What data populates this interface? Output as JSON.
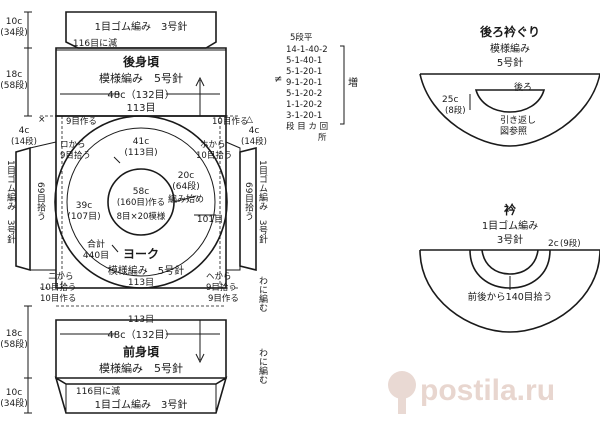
{
  "back_body": {
    "title": "後身頃",
    "pattern": "模様編み　5号針",
    "ribbing_top": "1目ゴム編み　3号針",
    "decrease": "116目に減",
    "width_label": "48c（132目）",
    "count_bottom": "113目",
    "h_top": "10c",
    "h_top_rows": "(34段)",
    "h_body": "18c",
    "h_body_rows": "(58段)"
  },
  "front_body": {
    "title": "前身頃",
    "pattern": "模様編み　5号針",
    "ribbing_bottom": "1目ゴム編み　3号針",
    "decrease": "116目に減",
    "width_label": "48c（132目）",
    "count_top": "113目",
    "h_body": "18c",
    "h_body_rows": "(58段)",
    "h_bottom": "10c",
    "h_bottom_rows": "(34段)"
  },
  "yoke": {
    "title": "ヨーク",
    "pattern": "模様編み　5号針",
    "outer_top": "41c",
    "outer_top_stitches": "(113目)",
    "left_size": "39c",
    "left_stitches": "(107目)",
    "right_size": "20c",
    "right_rows": "(64段)",
    "start_label": "編み始め",
    "center_size": "58c",
    "center_stitches": "(160目)作る",
    "center_grid": "8目×20模様",
    "total": "合計",
    "total_value": "440目",
    "right_count": "101目",
    "bottom_count": "113目"
  },
  "left_sleeve": {
    "ribbing": "1目ゴム編み　3号針",
    "rows": "69目拾う",
    "top_cast": "9目作る",
    "from_top": "ロから",
    "from_top_count": "9目拾う",
    "bottom_cast": "10目作る",
    "from_bottom": "ニから",
    "from_bottom_count": "10目拾う",
    "size": "4c",
    "size_rows": "(14段)",
    "mark_x": "×",
    "mark_ro": "ロ",
    "mark_ni": "ニ"
  },
  "right_sleeve": {
    "ribbing": "1目ゴム編み　3号針",
    "rows": "69目拾う",
    "top_cast": "10目作る",
    "from_top": "ホから",
    "from_top_count": "10目拾う",
    "bottom_cast": "9目作る",
    "from_bottom": "ヘから",
    "from_bottom_count": "9目拾う",
    "size": "4c",
    "size_rows": "(14段)",
    "wa_1": "わに編む",
    "wa_2": "わに編む",
    "mark_ho": "ホ",
    "mark_he": "ヘ",
    "mark_delta": "△"
  },
  "dec_table": {
    "header": "5段平",
    "rows": [
      "14-1-40-2",
      "5-1-40-1",
      "5-1-20-1",
      "9-1-20-1",
      "5-1-20-2",
      "1-1-20-2",
      "3-1-20-1"
    ],
    "footer": "段 目 カ 回",
    "side": "増",
    "mark": "≠",
    "footer2": "所"
  },
  "back_neckband": {
    "title": "後ろ衿ぐり",
    "pattern": "模様編み",
    "needle": "5号針",
    "label": "後ろ",
    "size": "25c",
    "size_rows": "(8段)",
    "note1": "引き返し",
    "note2": "図参照"
  },
  "collar": {
    "title": "衿",
    "ribbing": "1目ゴム編み",
    "needle": "3号針",
    "size": "2c",
    "size_rows": "(9段)",
    "pickup": "前後から140目拾う"
  },
  "watermark": "postila.ru",
  "colors": {
    "line": "#1a1a1a",
    "watermark_text": "#e6cfc7",
    "watermark_icon": "#e9d9d3"
  }
}
